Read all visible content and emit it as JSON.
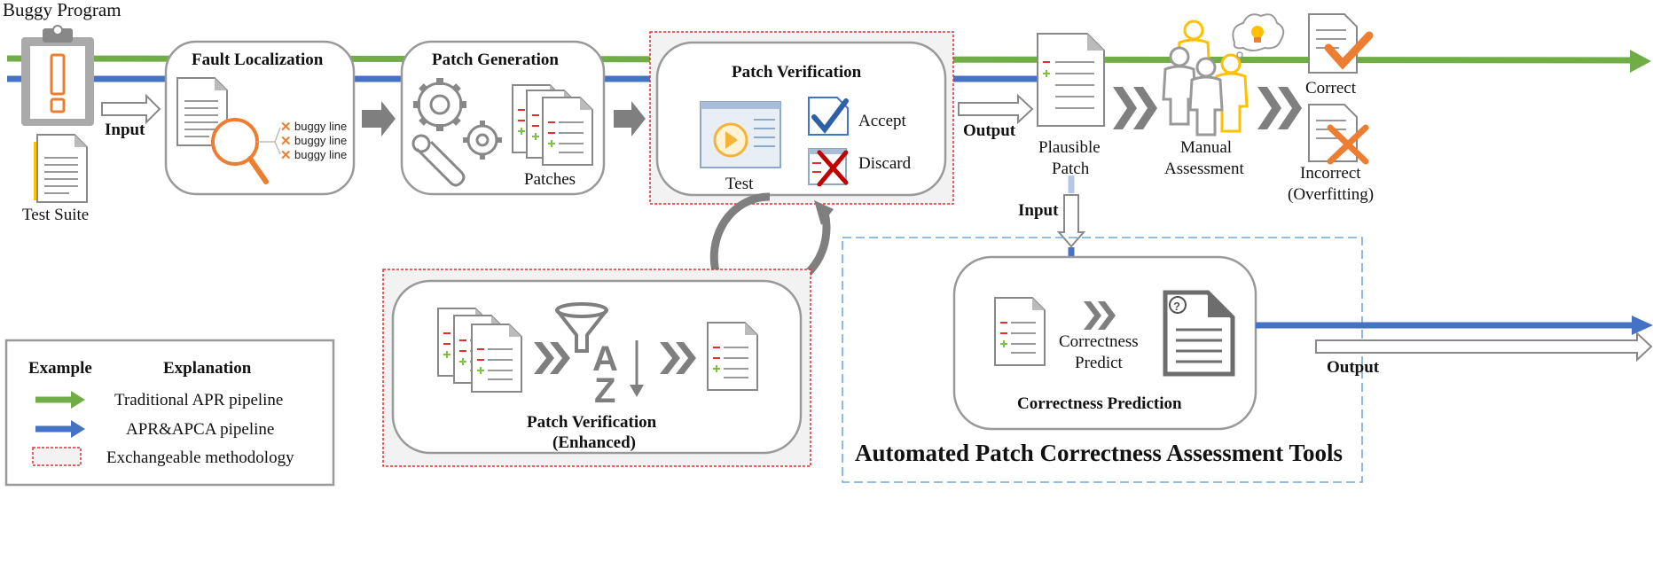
{
  "input": {
    "buggy_program": "Buggy Program",
    "test_suite": "Test Suite",
    "input_label": "Input"
  },
  "fault_localization": {
    "title": "Fault Localization",
    "lines": [
      "buggy line",
      "buggy line",
      "buggy line"
    ]
  },
  "patch_generation": {
    "title": "Patch Generation",
    "patches": "Patches"
  },
  "patch_verification": {
    "title": "Patch Verification",
    "test": "Test",
    "accept": "Accept",
    "discard": "Discard"
  },
  "output": {
    "output_label": "Output",
    "plausible_patch": [
      "Plausible",
      "Patch"
    ],
    "manual_assessment": [
      "Manual",
      "Assessment"
    ],
    "correct": "Correct",
    "incorrect": [
      "Incorrect",
      "(Overfitting)"
    ]
  },
  "enhanced": {
    "title": [
      "Patch Verification",
      "(Enhanced)"
    ]
  },
  "apca": {
    "input_label": "Input",
    "predict_text": [
      "Correctness",
      "Predict"
    ],
    "box_title": "Correctness Prediction",
    "tools_title": "Automated Patch Correctness Assessment Tools",
    "output_label": "Output"
  },
  "legend": {
    "col_example": "Example",
    "col_explanation": "Explanation",
    "rows": [
      {
        "text": "Traditional APR pipeline",
        "color": "#70ad47"
      },
      {
        "text": "APR&APCA pipeline",
        "color": "#4472c4"
      },
      {
        "text": "Exchangeable methodology",
        "color": "#e03030"
      }
    ]
  },
  "colors": {
    "green": "#70ad47",
    "blue": "#4472c4",
    "orange": "#ed7d31",
    "yellow": "#ffc000",
    "gray_dark": "#7f7f7f",
    "red_dashed": "#e03030",
    "dashed_blue": "#6fa8dc"
  }
}
